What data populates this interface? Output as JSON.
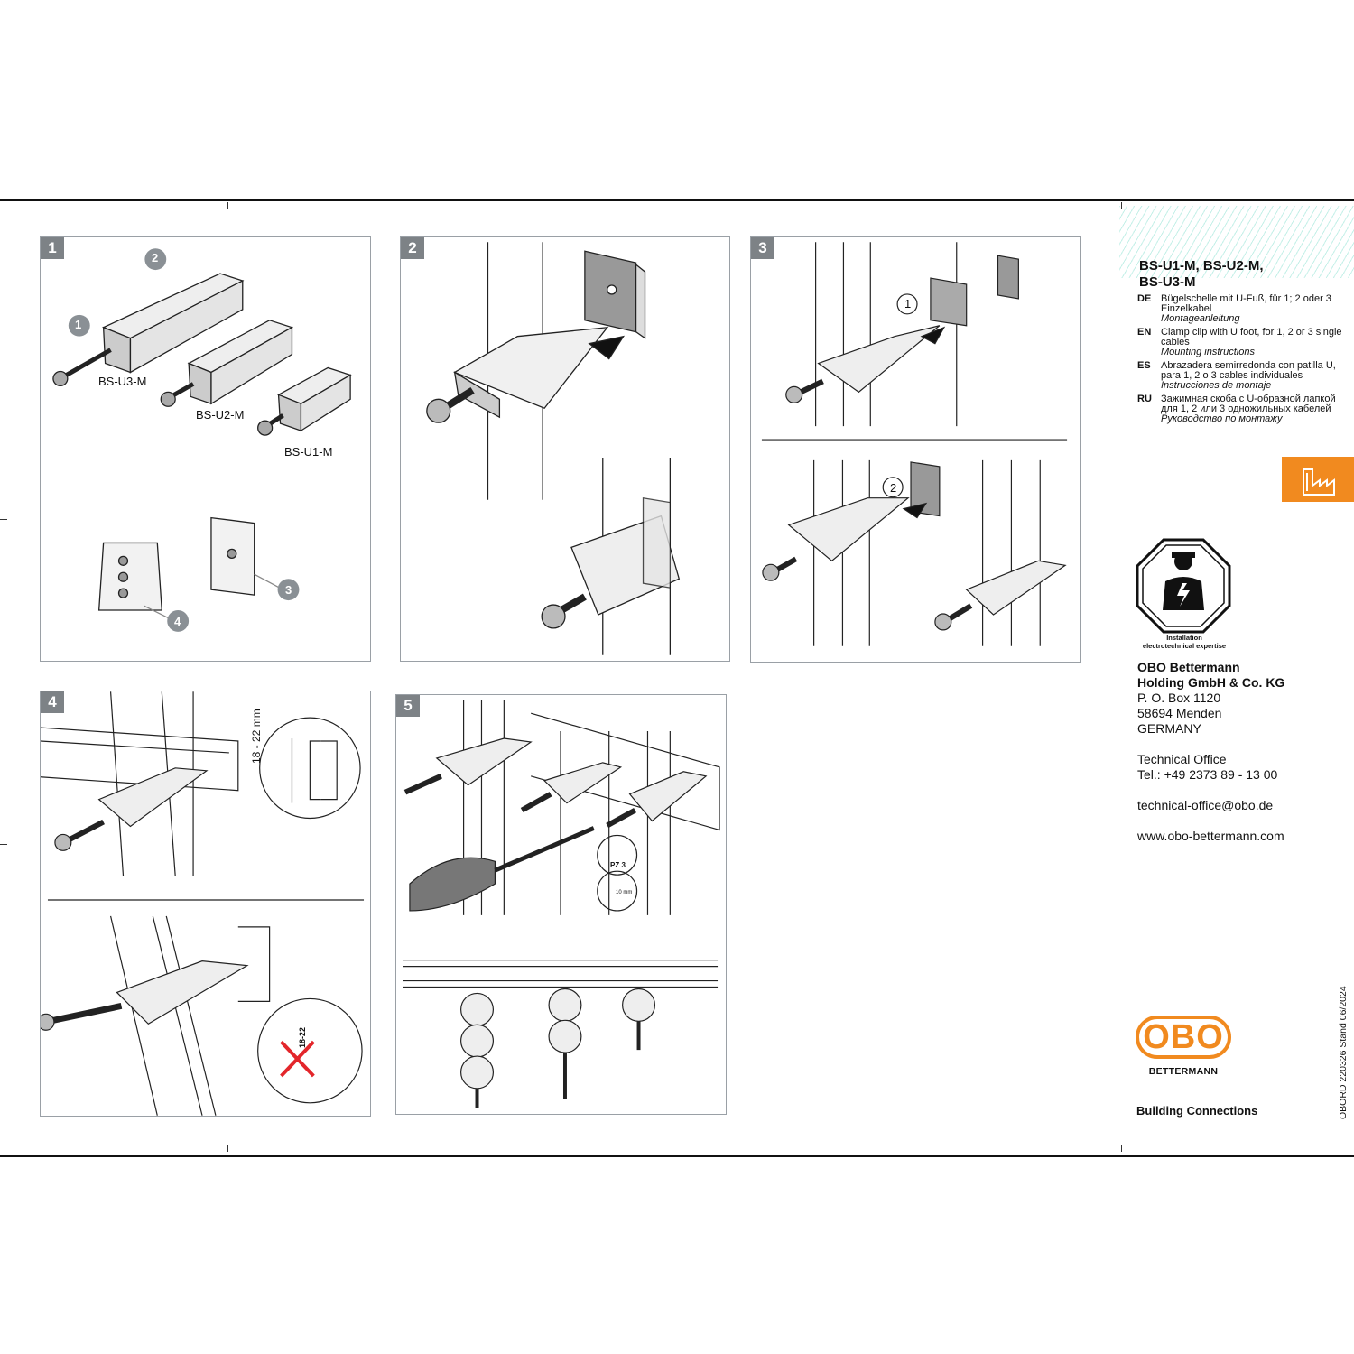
{
  "product": {
    "title_line1": "BS-U1-M, BS-U2-M,",
    "title_line2": "BS-U3-M"
  },
  "languages": [
    {
      "code": "DE",
      "text": "Bügelschelle mit U-Fuß, für 1; 2 oder 3 Einzelkabel",
      "sub": "Montageanleitung"
    },
    {
      "code": "EN",
      "text": "Clamp clip with U foot, for 1, 2 or 3 single cables",
      "sub": "Mounting instructions"
    },
    {
      "code": "ES",
      "text": "Abrazadera semirredonda con patilla U, para 1, 2 o 3 cables individuales",
      "sub": "Instrucciones de montaje"
    },
    {
      "code": "RU",
      "text": "Зажимная скоба с U-образной лапкой для 1, 2 или 3 одножильных кабелей",
      "sub": "Руководство по монтажу"
    }
  ],
  "steps": {
    "s1": "1",
    "s2": "2",
    "s3": "3",
    "s4": "4",
    "s5": "5"
  },
  "panel1": {
    "label_u3": "BS-U3-M",
    "label_u2": "BS-U2-M",
    "label_u1": "BS-U1-M",
    "callout1": "1",
    "callout2": "2",
    "callout3": "3",
    "callout4": "4"
  },
  "panel3": {
    "callout1": "1",
    "callout2": "2"
  },
  "panel4": {
    "dimension": "18 - 22 mm",
    "dim_small": "18-22"
  },
  "panel5": {
    "bit_label": "PZ 3",
    "wrench_label": "10 mm"
  },
  "badge": {
    "caption_line1": "Installation",
    "caption_line2": "electrotechnical expertise"
  },
  "company": {
    "name_line1": "OBO Bettermann",
    "name_line2": "Holding GmbH & Co. KG",
    "po_box": "P. O. Box 1120",
    "city": "58694 Menden",
    "country": "GERMANY",
    "office": "Technical Office",
    "phone": "Tel.: +49 2373 89 - 13 00",
    "email": "technical-office@obo.de",
    "web": "www.obo-bettermann.com"
  },
  "logo": {
    "word": "OBO",
    "sub": "BETTERMANN",
    "slogan": "Building Connections"
  },
  "doc_ref": "OBORD 220326  Stand 06/2024",
  "colors": {
    "orange": "#f18a1f",
    "panel_border": "#9aa0a6",
    "badge_grey": "#7d8286",
    "metal": "#c8c8c8"
  }
}
